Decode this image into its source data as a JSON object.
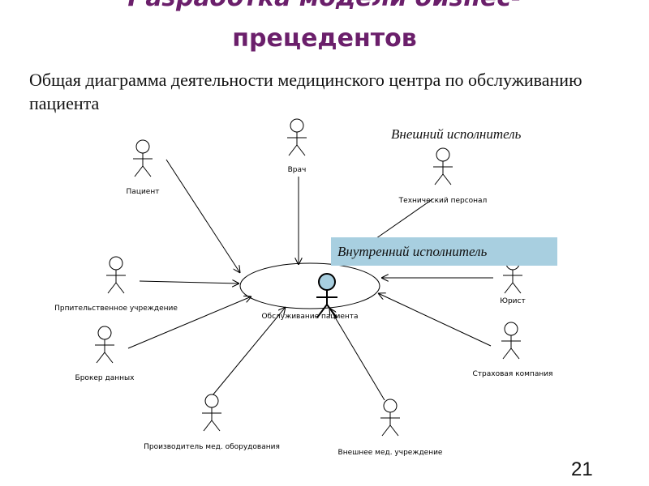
{
  "title": {
    "line1": "Разработка модели бизнес-",
    "line2": "прецедентов"
  },
  "subtitle": "Общая диаграмма деятельности медицинского центра по обслуживанию пациента",
  "notes": {
    "external": "Внешний исполнитель",
    "internal": "Внутренний исполнитель"
  },
  "use_case": "Обслуживание пациента",
  "actors": {
    "patient": "Пациент",
    "doctor": "Врач",
    "tech_staff": "Технический персонал",
    "government": "Прпительственное учреждение",
    "lawyer": "Юрист",
    "data_broker": "Брокер данных",
    "insurance": "Страховая компания",
    "med_manufacturer": "Производитель мед. оборудования",
    "external_med": "Внешнее мед. учреждение"
  },
  "page_number": "21",
  "colors": {
    "title": "#6b1f6b",
    "note_internal_bg": "#a8cfe0",
    "internal_actor_head": "#a8cfe0"
  }
}
